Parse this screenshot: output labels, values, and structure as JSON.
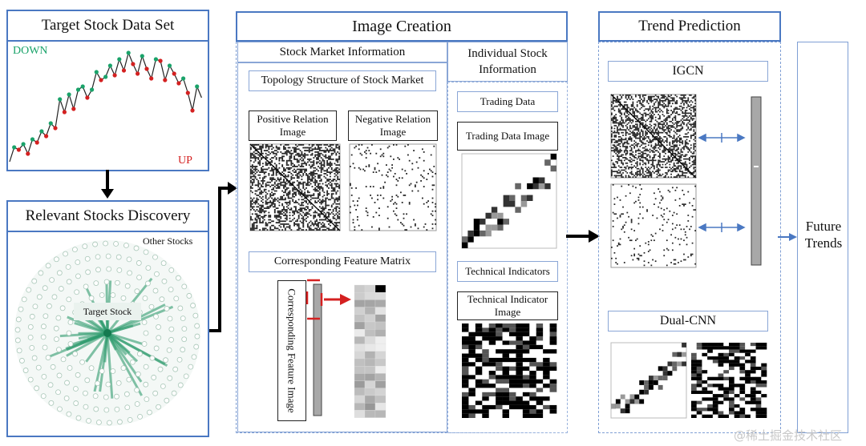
{
  "left": {
    "target_title": "Target Stock Data Set",
    "down_label": "DOWN",
    "up_label": "UP",
    "relevant_title": "Relevant Stocks Discovery",
    "other_stocks": "Other Stocks",
    "target_stock": "Target Stock"
  },
  "middle": {
    "title": "Image Creation",
    "market_header": "Stock Market Information",
    "topology": "Topology Structure of Stock Market",
    "positive": "Positive Relation Image",
    "negative": "Negative Relation Image",
    "feature_matrix": "Corresponding Feature Matrix",
    "feature_image": "Corresponding Feature Image",
    "individual_header": "Individual Stock Information",
    "trading_data": "Trading Data",
    "trading_image": "Trading Data Image",
    "technical": "Technical Indicators",
    "technical_image": "Technical Indicator Image"
  },
  "right": {
    "title": "Trend Prediction",
    "igcn": "IGCN",
    "dualcnn": "Dual-CNN",
    "future": "Future Trends"
  },
  "watermark": "@稀土掘金技术社区",
  "colors": {
    "frame": "#4a78c2",
    "down": "#1aa36a",
    "up": "#d42020",
    "network": "#2e9b6e"
  }
}
